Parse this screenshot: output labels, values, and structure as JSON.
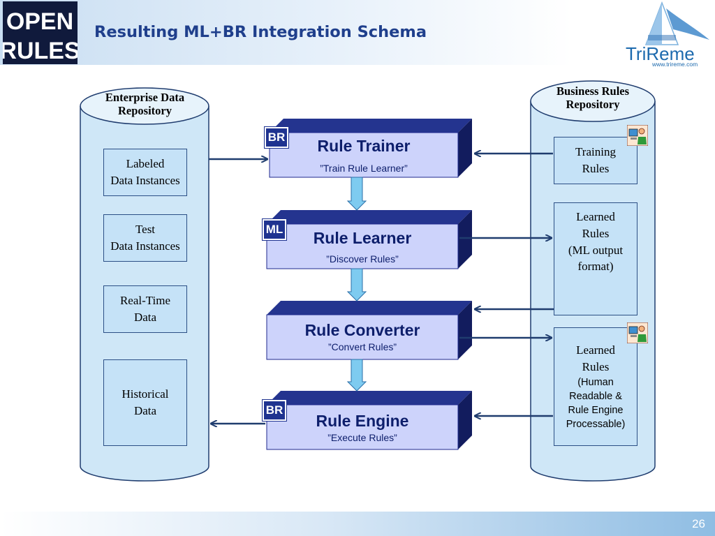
{
  "header": {
    "logo_left_line1": "OPEN",
    "logo_left_line2": "RULES",
    "title": "Resulting ML+BR Integration Schema",
    "logo_right_name": "TriReme",
    "logo_right_url": "www.trireme.com"
  },
  "enterprise_repo": {
    "title_line1": "Enterprise Data",
    "title_line2": "Repository",
    "items": [
      {
        "line1": "Labeled",
        "line2": "Data Instances"
      },
      {
        "line1": "Test",
        "line2": "Data Instances"
      },
      {
        "line1": "Real-Time",
        "line2": "Data"
      },
      {
        "line1": "Historical",
        "line2": "Data"
      }
    ]
  },
  "business_repo": {
    "title_line1": "Business Rules",
    "title_line2": "Repository",
    "items": [
      {
        "line1": "Training",
        "line2": "Rules"
      },
      {
        "line1": "Learned",
        "line2": "Rules",
        "line3": "(ML output",
        "line4": "format)"
      },
      {
        "line1": "Learned",
        "line2": "Rules",
        "line3": "(Human",
        "line4": "Readable &",
        "line5": "Rule Engine",
        "line6": "Processable)"
      }
    ]
  },
  "processes": [
    {
      "badge": "BR",
      "title": "Rule Trainer",
      "subtitle": "”Train Rule Learner”"
    },
    {
      "badge": "ML",
      "title": "Rule Learner",
      "subtitle": "”Discover Rules”"
    },
    {
      "badge": "",
      "title": "Rule Converter",
      "subtitle": "”Convert Rules”"
    },
    {
      "badge": "BR",
      "title": "Rule Engine",
      "subtitle": "”Execute Rules”"
    }
  ],
  "footer": {
    "page_number": "26"
  },
  "colors": {
    "title": "#1f3f8c",
    "cylinder": "#cfe7f7",
    "item_fill": "#c5e2f7",
    "process_front": "#cdd3fb",
    "process_dark": "#1f2a8c",
    "arrow": "#1f3c6e",
    "down_arrow": "#7ecbf0",
    "badge": "#1f3390"
  },
  "icons": {
    "person": "person-at-computer-icon"
  }
}
